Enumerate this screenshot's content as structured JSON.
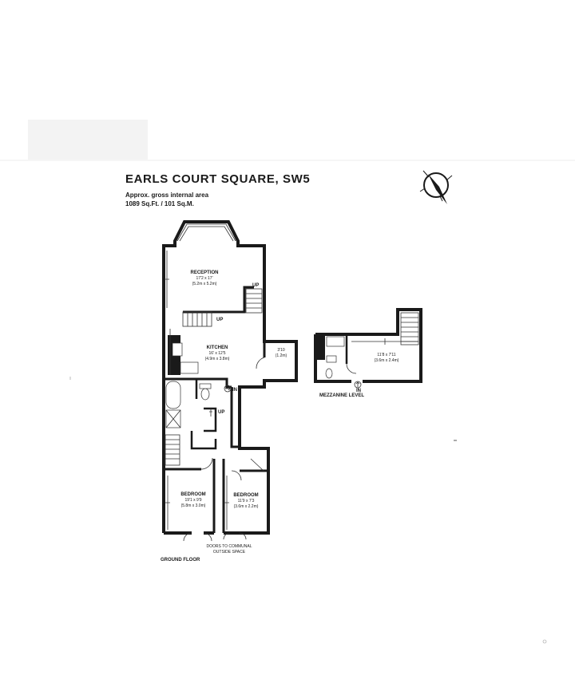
{
  "header": {
    "title": "EARLS COURT SQUARE, SW5",
    "area_line1": "Approx. gross internal area",
    "area_line2": "1089 Sq.Ft. / 101 Sq.M."
  },
  "ground_floor": {
    "label": "GROUND FLOOR",
    "rooms": {
      "reception": {
        "name": "RECEPTION",
        "imperial": "17'2 x 17'",
        "metric": "(5.2m x 5.2m)"
      },
      "kitchen": {
        "name": "KITCHEN",
        "imperial": "16' x 12'5",
        "metric": "(4.9m x 3.8m)"
      },
      "cupboard": {
        "imperial": "3'10",
        "metric": "(1.2m)"
      },
      "bedroom1": {
        "name": "BEDROOM",
        "imperial": "19'1 x 9'9",
        "metric": "(5.8m x 3.0m)"
      },
      "bedroom2": {
        "name": "BEDROOM",
        "imperial": "11'9 x 7'3",
        "metric": "(3.6m x 2.2m)"
      }
    },
    "up_label_1": "UP",
    "up_label_2": "UP",
    "up_label_3": "UP",
    "in_label": "IN",
    "doors_note_1": "DOORS TO COMMUNAL",
    "doors_note_2": "OUTSIDE SPACE"
  },
  "mezzanine": {
    "label": "MEZZANINE LEVEL",
    "in_label": "IN",
    "room": {
      "imperial": "11'8 x 7'11",
      "metric": "(3.6m x 2.4m)"
    }
  },
  "compass": {
    "icon": "north-arrow-icon"
  }
}
